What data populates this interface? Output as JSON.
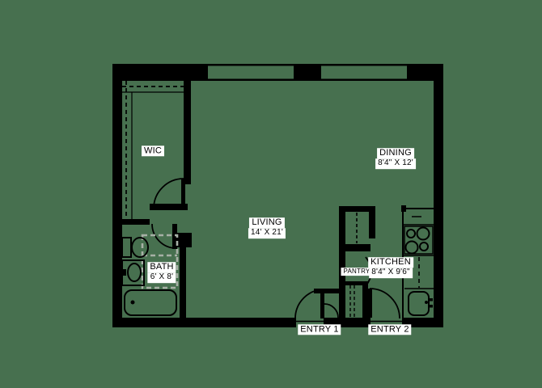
{
  "title": "Studio apartment floor plan",
  "colors": {
    "background": "#47704f",
    "line": "#000000",
    "label_background": "#ffffff",
    "dashed_overlay": "#a7b0a6"
  },
  "labels": {
    "wic": {
      "name": "WIC"
    },
    "living": {
      "name": "LIVING",
      "dims": "14' X 21'"
    },
    "dining": {
      "name": "DINING",
      "dims": "8'4\" X 12'"
    },
    "bath": {
      "name": "BATH",
      "dims": "6' X 8'"
    },
    "pantry": {
      "name": "PANTRY"
    },
    "kitchen": {
      "name": "KITCHEN",
      "dims": "8'4\" X 9'6\""
    },
    "entry1": {
      "name": "ENTRY 1"
    },
    "entry2": {
      "name": "ENTRY 2"
    }
  }
}
